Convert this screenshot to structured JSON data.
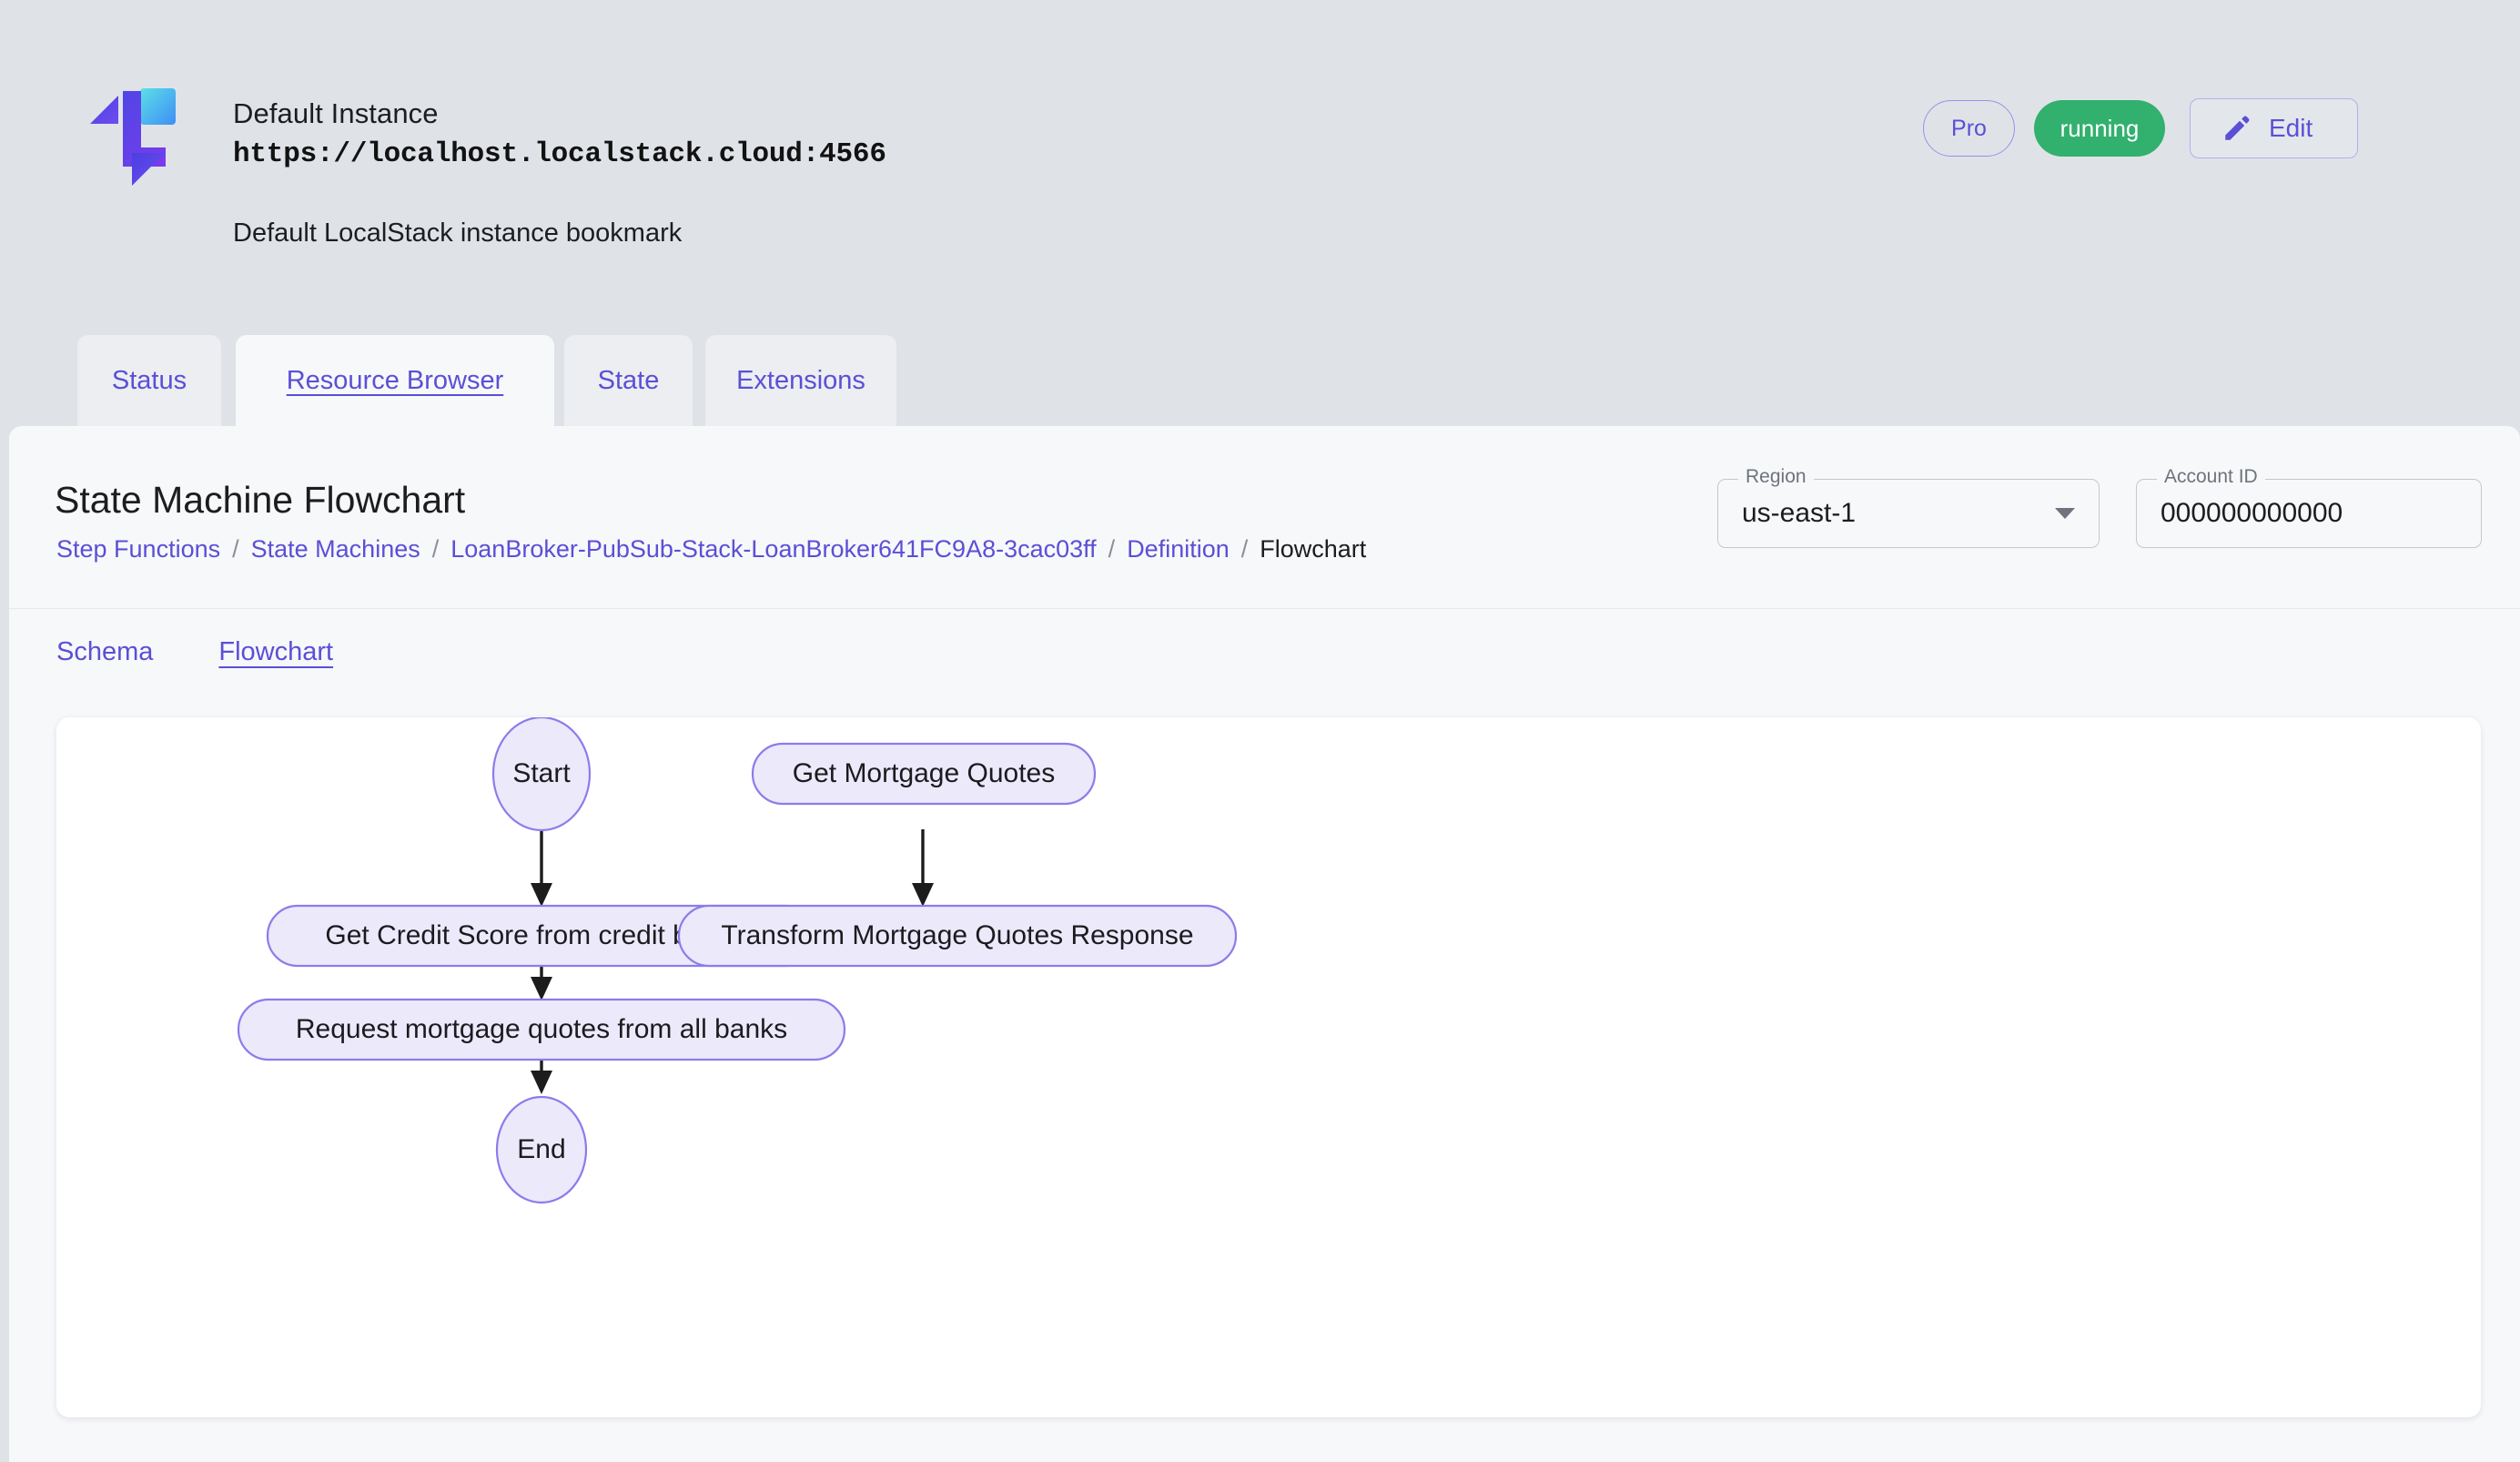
{
  "instance": {
    "name": "Default Instance",
    "url": "https://localhost.localstack.cloud:4566",
    "description": "Default LocalStack instance bookmark",
    "plan_badge": "Pro",
    "status_badge": "running",
    "edit_label": "Edit",
    "logo_icon": "localstack-logo-icon",
    "pencil_icon": "pencil-icon"
  },
  "tabs": [
    {
      "label": "Status",
      "active": false
    },
    {
      "label": "Resource Browser",
      "active": true
    },
    {
      "label": "State",
      "active": false
    },
    {
      "label": "Extensions",
      "active": false
    }
  ],
  "page": {
    "title": "State Machine Flowchart",
    "breadcrumb": [
      {
        "label": "Step Functions",
        "current": false
      },
      {
        "label": "State Machines",
        "current": false
      },
      {
        "label": "LoanBroker-PubSub-Stack-LoanBroker641FC9A8-3cac03ff",
        "current": false
      },
      {
        "label": "Definition",
        "current": false
      },
      {
        "label": "Flowchart",
        "current": true
      }
    ],
    "breadcrumb_separator": "/"
  },
  "region_field": {
    "label": "Region",
    "value": "us-east-1",
    "caret_icon": "chevron-down-icon"
  },
  "account_field": {
    "label": "Account ID",
    "value": "000000000000"
  },
  "subtabs": [
    {
      "label": "Schema",
      "active": false
    },
    {
      "label": "Flowchart",
      "active": true
    }
  ],
  "colors": {
    "accent": "#5b4fd6",
    "status_running": "#32b06e",
    "node_fill": "#ece9fb",
    "node_stroke": "#8a7dea",
    "header_bg": "#dfe3e8",
    "panel_bg": "#f7f8fa",
    "card_bg": "#ffffff"
  },
  "chart_data": {
    "type": "diagram",
    "title": "State Machine Flowchart",
    "nodes": [
      {
        "id": "start",
        "label": "Start",
        "shape": "ellipse",
        "column": "left"
      },
      {
        "id": "credit",
        "label": "Get Credit Score from credit bureau",
        "shape": "rounded-rect",
        "column": "left"
      },
      {
        "id": "request",
        "label": "Request mortgage quotes from all banks",
        "shape": "rounded-rect",
        "column": "left"
      },
      {
        "id": "end",
        "label": "End",
        "shape": "ellipse",
        "column": "left"
      },
      {
        "id": "getquotes",
        "label": "Get Mortgage Quotes",
        "shape": "rounded-rect",
        "column": "right"
      },
      {
        "id": "transform",
        "label": "Transform Mortgage Quotes Response",
        "shape": "rounded-rect",
        "column": "right"
      }
    ],
    "edges": [
      {
        "from": "start",
        "to": "credit",
        "arrow": true
      },
      {
        "from": "credit",
        "to": "request",
        "arrow": true
      },
      {
        "from": "request",
        "to": "end",
        "arrow": true
      },
      {
        "from": "getquotes",
        "to": "transform",
        "arrow": true
      }
    ]
  }
}
